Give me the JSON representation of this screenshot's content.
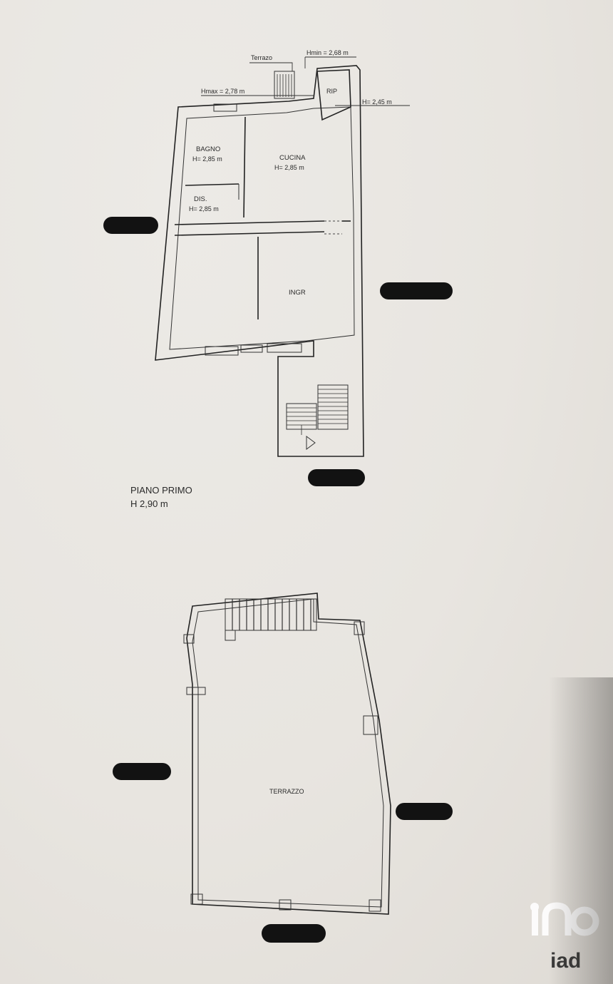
{
  "first_floor": {
    "labels": {
      "terrazo": "Terrazo",
      "hmin": "Hmin = 2,68 m",
      "hmax": "Hmax = 2,78 m",
      "rip": "RIP",
      "h245": "H= 2,45 m",
      "bagno": "BAGNO",
      "bagno_h": "H= 2,85 m",
      "cucina": "CUCINA",
      "cucina_h": "H= 2,85 m",
      "dis": "DIS.",
      "dis_h": "H= 2,85 m",
      "ingr": "INGR"
    },
    "title": "PIANO PRIMO",
    "height": "H 2,90 m"
  },
  "roof": {
    "label": "TERRAZZO"
  },
  "logo": {
    "text": "iad",
    "color": "#ffffff"
  },
  "redaction_color": "#121212"
}
